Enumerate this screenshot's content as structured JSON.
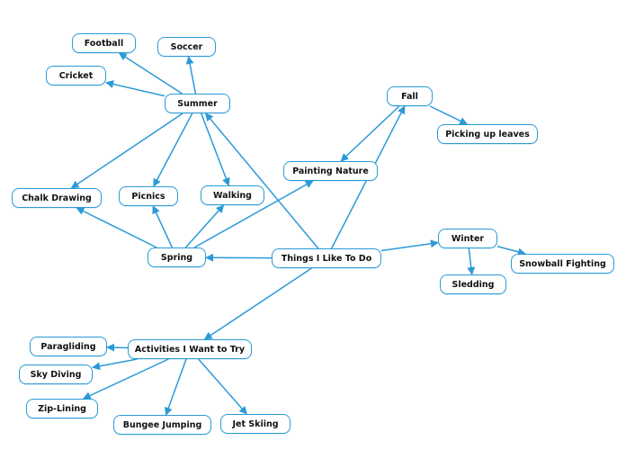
{
  "colors": {
    "edge": "#2b9ad6",
    "node_border": "#2b9ad6",
    "text": "#111111"
  },
  "nodes": {
    "root": "Things I Like To Do",
    "summer": "Summer",
    "football": "Football",
    "soccer": "Soccer",
    "cricket": "Cricket",
    "chalk_drawing": "Chalk Drawing",
    "picnics": "Picnics",
    "walking": "Walking",
    "spring": "Spring",
    "painting_nature": "Painting Nature",
    "fall": "Fall",
    "picking_up_leaves": "Picking up leaves",
    "winter": "Winter",
    "snowball_fighting": "Snowball Fighting",
    "sledding": "Sledding",
    "activities": "Activities I Want to Try",
    "paragliding": "Paragliding",
    "sky_diving": "Sky Diving",
    "zip_lining": "Zip-Lining",
    "bungee_jumping": "Bungee Jumping",
    "jet_skiing": "Jet Skiing"
  },
  "edges": [
    [
      "root",
      "summer"
    ],
    [
      "root",
      "spring"
    ],
    [
      "root",
      "fall"
    ],
    [
      "root",
      "winter"
    ],
    [
      "root",
      "activities"
    ],
    [
      "summer",
      "football"
    ],
    [
      "summer",
      "soccer"
    ],
    [
      "summer",
      "cricket"
    ],
    [
      "summer",
      "chalk_drawing"
    ],
    [
      "summer",
      "picnics"
    ],
    [
      "summer",
      "walking"
    ],
    [
      "spring",
      "chalk_drawing"
    ],
    [
      "spring",
      "picnics"
    ],
    [
      "spring",
      "walking"
    ],
    [
      "spring",
      "painting_nature"
    ],
    [
      "fall",
      "painting_nature"
    ],
    [
      "fall",
      "picking_up_leaves"
    ],
    [
      "winter",
      "snowball_fighting"
    ],
    [
      "winter",
      "sledding"
    ],
    [
      "activities",
      "paragliding"
    ],
    [
      "activities",
      "sky_diving"
    ],
    [
      "activities",
      "zip_lining"
    ],
    [
      "activities",
      "bungee_jumping"
    ],
    [
      "activities",
      "jet_skiing"
    ]
  ]
}
